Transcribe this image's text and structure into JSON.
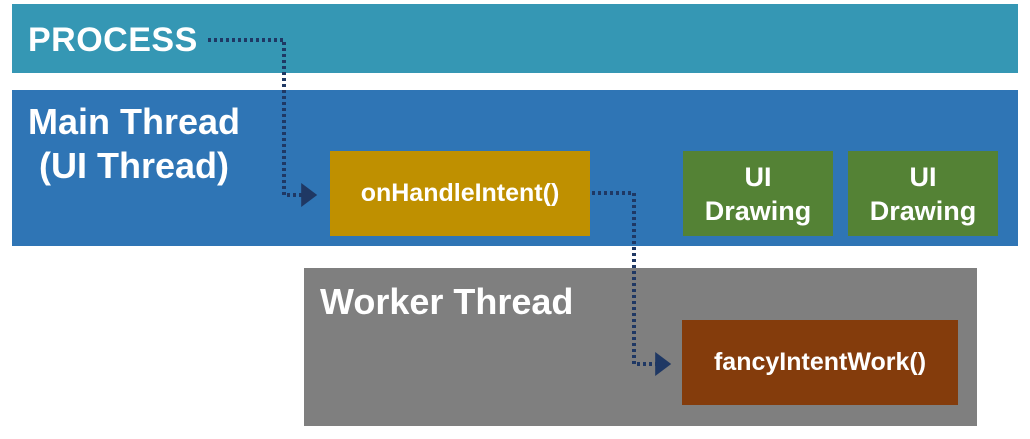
{
  "process": {
    "label": "PROCESS"
  },
  "main_thread": {
    "label": "Main Thread\n(UI Thread)"
  },
  "worker_thread": {
    "label": "Worker Thread"
  },
  "boxes": {
    "handle_intent": "onHandleIntent()",
    "ui_drawing_1": {
      "line1": "UI",
      "line2": "Drawing"
    },
    "ui_drawing_2": {
      "line1": "UI",
      "line2": "Drawing"
    },
    "fancy_work": "fancyIntentWork()"
  },
  "colors": {
    "process": "#3597b4",
    "main_thread": "#2f75b5",
    "worker_thread": "#7f7f7f",
    "handle_intent": "#bf9000",
    "ui_drawing": "#548235",
    "fancy_work": "#843c0c",
    "arrow": "#1f3864"
  }
}
